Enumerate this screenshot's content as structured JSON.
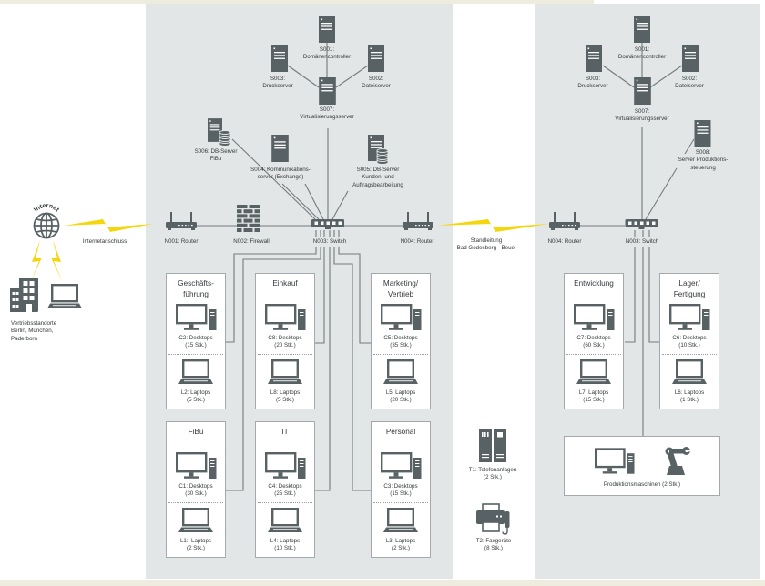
{
  "internet": {
    "label": "Internet",
    "link_label": "Internetanschluss"
  },
  "sales_offices": {
    "lines": [
      "Vertriebsstandorte",
      "Berlin, München,",
      "Paderborn"
    ]
  },
  "left_site": {
    "servers": [
      {
        "id": "S001",
        "lines": [
          "S001:",
          "Domänencontroller"
        ]
      },
      {
        "id": "S002",
        "lines": [
          "S002:",
          "Dateiserver"
        ]
      },
      {
        "id": "S003",
        "lines": [
          "S003:",
          "Druckserver"
        ]
      },
      {
        "id": "S004",
        "lines": [
          "S004: Kommunikations-",
          "server (Exchange)"
        ]
      },
      {
        "id": "S005",
        "lines": [
          "S005: DB-Server",
          "Kunden- und",
          "Auftragsbearbeitung"
        ]
      },
      {
        "id": "S006",
        "lines": [
          "S006: DB-Server",
          "FiBu"
        ]
      },
      {
        "id": "S007",
        "lines": [
          "S007:",
          "Virtualisierungsserver"
        ]
      }
    ],
    "network": [
      {
        "id": "N001",
        "label": "N001: Router"
      },
      {
        "id": "N002",
        "label": "N002: Firewall"
      },
      {
        "id": "N003",
        "label": "N003: Switch"
      },
      {
        "id": "N004",
        "label": "N004: Router"
      }
    ],
    "departments": [
      {
        "title": [
          "Geschäfts-",
          "führung"
        ],
        "desktops": [
          "C2: Desktops",
          "(15 Stk.)"
        ],
        "laptops": [
          "L2: Laptops",
          "(5 Stk.)"
        ]
      },
      {
        "title": [
          "Einkauf"
        ],
        "desktops": [
          "C8: Desktops",
          "(20 Stk.)"
        ],
        "laptops": [
          "L8: Laptops",
          "(5 Stk.)"
        ]
      },
      {
        "title": [
          "Marketing/",
          "Vertrieb"
        ],
        "desktops": [
          "C5: Desktops",
          "(35 Stk.)"
        ],
        "laptops": [
          "L5: Laptops",
          "(20 Stk.)"
        ]
      },
      {
        "title": [
          "FiBu"
        ],
        "desktops": [
          "C1: Desktops",
          "(30 Stk.)"
        ],
        "laptops": [
          "L1:  Laptops",
          "(2 Stk.)"
        ]
      },
      {
        "title": [
          "IT"
        ],
        "desktops": [
          "C4: Desktops",
          "(25 Stk.)"
        ],
        "laptops": [
          "L4: Laptops",
          "(10 Stk.)"
        ]
      },
      {
        "title": [
          "Personal"
        ],
        "desktops": [
          "C3: Desktops",
          "(15 Stk.)"
        ],
        "laptops": [
          "L3: Laptops",
          "(2 Stk.)"
        ]
      }
    ]
  },
  "leased_line": {
    "lines": [
      "Standleitung",
      "Bad Godesberg - Beuel"
    ]
  },
  "telephony": [
    {
      "id": "T1",
      "lines": [
        "T1: Telefonanlagen",
        "(2 Stk.)"
      ]
    },
    {
      "id": "T2",
      "lines": [
        "T2: Faxgeräte",
        "(8 Stk.)"
      ]
    }
  ],
  "right_site": {
    "servers": [
      {
        "id": "S001",
        "lines": [
          "S001:",
          "Domänencontroller"
        ]
      },
      {
        "id": "S002",
        "lines": [
          "S002:",
          "Dateiserver"
        ]
      },
      {
        "id": "S003",
        "lines": [
          "S003:",
          "Druckserver"
        ]
      },
      {
        "id": "S007",
        "lines": [
          "S007:",
          "Virtualisierungsserver"
        ]
      },
      {
        "id": "S008",
        "lines": [
          "S008:",
          "Server Produktions-",
          "steuerung"
        ]
      }
    ],
    "network": [
      {
        "id": "N004",
        "label": "N004: Router"
      },
      {
        "id": "N003",
        "label": "N003: Switch"
      }
    ],
    "departments": [
      {
        "title": [
          "Entwicklung"
        ],
        "desktops": [
          "C7: Desktops",
          "(60 Stk.)"
        ],
        "laptops": [
          "L7: Laptops",
          "(15 Stk.)"
        ]
      },
      {
        "title": [
          "Lager/",
          "Fertigung"
        ],
        "desktops": [
          "C6: Desktops",
          "(10 Stk.)"
        ],
        "laptops": [
          "L6: Laptops",
          "(1 Stk.)"
        ]
      }
    ],
    "production": {
      "label": "Produktionsmaschinen (2 Stk.)"
    }
  },
  "colors": {
    "panel": "#E3E6E7",
    "icon": "#586164",
    "line": "#737A7D",
    "lightning": "#F4D60C",
    "strip": "#EEEBDF",
    "box_border": "#A3A9AC",
    "text": "#33393B"
  }
}
